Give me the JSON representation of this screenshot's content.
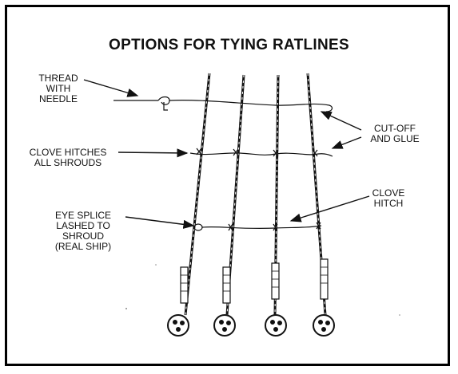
{
  "title": "OPTIONS FOR TYING RATLINES",
  "labels": {
    "thread_needle": [
      "THREAD",
      "WITH",
      "NEEDLE"
    ],
    "clove_hitches": [
      "CLOVE HITCHES",
      "ALL SHROUDS"
    ],
    "eye_splice": [
      "EYE SPLICE",
      "LASHED TO",
      "SHROUD",
      "(REAL SHIP)"
    ],
    "cutoff_glue": [
      "CUT-OFF",
      "AND GLUE"
    ],
    "clove_hitch": [
      "CLOVE",
      "HITCH"
    ]
  },
  "colors": {
    "ink": "#111111",
    "background": "#ffffff"
  }
}
